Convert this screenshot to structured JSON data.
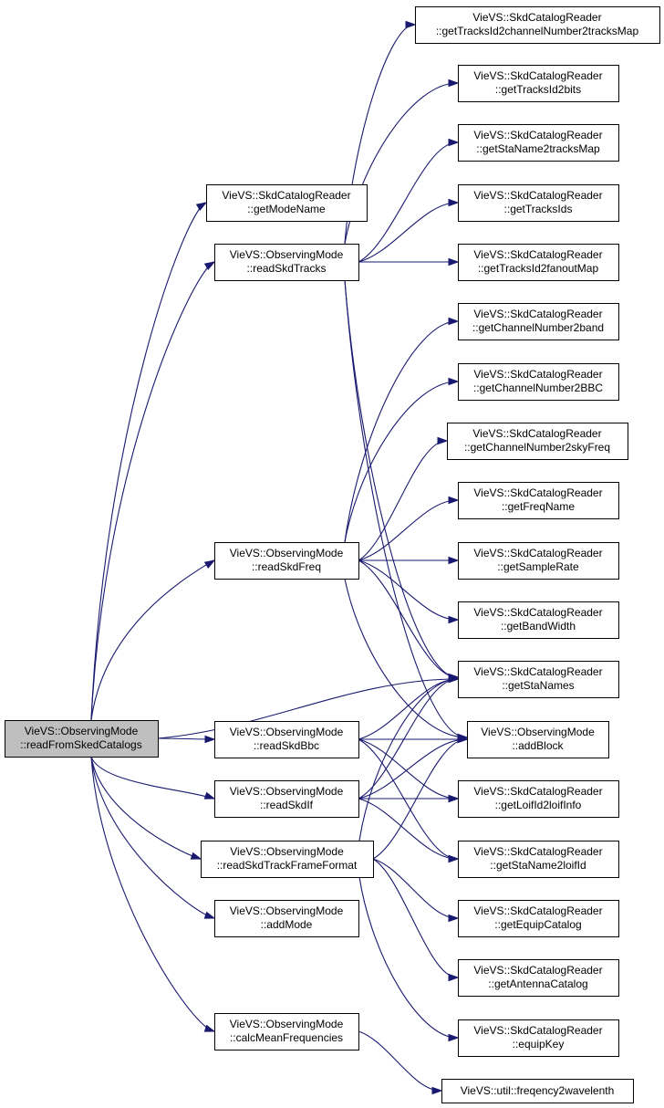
{
  "diagram": {
    "nodes": [
      {
        "id": "root",
        "line1": "VieVS::ObservingMode",
        "line2": "::readFromSkedCatalogs",
        "root": true
      },
      {
        "id": "gmn",
        "line1": "VieVS::SkdCatalogReader",
        "line2": "::getModeName"
      },
      {
        "id": "rtr",
        "line1": "VieVS::ObservingMode",
        "line2": "::readSkdTracks"
      },
      {
        "id": "rfq",
        "line1": "VieVS::ObservingMode",
        "line2": "::readSkdFreq"
      },
      {
        "id": "rbb",
        "line1": "VieVS::ObservingMode",
        "line2": "::readSkdBbc"
      },
      {
        "id": "rif",
        "line1": "VieVS::ObservingMode",
        "line2": "::readSkdIf"
      },
      {
        "id": "rtff",
        "line1": "VieVS::ObservingMode",
        "line2": "::readSkdTrackFrameFormat"
      },
      {
        "id": "am",
        "line1": "VieVS::ObservingMode",
        "line2": "::addMode"
      },
      {
        "id": "cmf",
        "line1": "VieVS::ObservingMode",
        "line2": "::calcMeanFrequencies"
      },
      {
        "id": "t2c",
        "line1": "VieVS::SkdCatalogReader",
        "line2": "::getTracksId2channelNumber2tracksMap"
      },
      {
        "id": "t2b",
        "line1": "VieVS::SkdCatalogReader",
        "line2": "::getTracksId2bits"
      },
      {
        "id": "s2t",
        "line1": "VieVS::SkdCatalogReader",
        "line2": "::getStaName2tracksMap"
      },
      {
        "id": "tids",
        "line1": "VieVS::SkdCatalogReader",
        "line2": "::getTracksIds"
      },
      {
        "id": "t2f",
        "line1": "VieVS::SkdCatalogReader",
        "line2": "::getTracksId2fanoutMap"
      },
      {
        "id": "c2band",
        "line1": "VieVS::SkdCatalogReader",
        "line2": "::getChannelNumber2band"
      },
      {
        "id": "c2bbc",
        "line1": "VieVS::SkdCatalogReader",
        "line2": "::getChannelNumber2BBC"
      },
      {
        "id": "c2sky",
        "line1": "VieVS::SkdCatalogReader",
        "line2": "::getChannelNumber2skyFreq"
      },
      {
        "id": "fqn",
        "line1": "VieVS::SkdCatalogReader",
        "line2": "::getFreqName"
      },
      {
        "id": "srate",
        "line1": "VieVS::SkdCatalogReader",
        "line2": "::getSampleRate"
      },
      {
        "id": "bw",
        "line1": "VieVS::SkdCatalogReader",
        "line2": "::getBandWidth"
      },
      {
        "id": "sn",
        "line1": "VieVS::SkdCatalogReader",
        "line2": "::getStaNames"
      },
      {
        "id": "ab",
        "line1": "VieVS::ObservingMode",
        "line2": "::addBlock"
      },
      {
        "id": "l2l",
        "line1": "VieVS::SkdCatalogReader",
        "line2": "::getLoifId2loifInfo"
      },
      {
        "id": "s2l",
        "line1": "VieVS::SkdCatalogReader",
        "line2": "::getStaName2loifId"
      },
      {
        "id": "eqc",
        "line1": "VieVS::SkdCatalogReader",
        "line2": "::getEquipCatalog"
      },
      {
        "id": "anc",
        "line1": "VieVS::SkdCatalogReader",
        "line2": "::getAntennaCatalog"
      },
      {
        "id": "eqk",
        "line1": "VieVS::SkdCatalogReader",
        "line2": "::equipKey"
      },
      {
        "id": "f2w",
        "line1": "VieVS::util::freqency2wavelenth",
        "line2": ""
      }
    ],
    "edges": [
      [
        "root",
        "gmn"
      ],
      [
        "root",
        "rtr"
      ],
      [
        "root",
        "rfq"
      ],
      [
        "root",
        "sn"
      ],
      [
        "root",
        "rbb"
      ],
      [
        "root",
        "rif"
      ],
      [
        "root",
        "rtff"
      ],
      [
        "root",
        "am"
      ],
      [
        "root",
        "cmf"
      ],
      [
        "rtr",
        "t2c"
      ],
      [
        "rtr",
        "t2b"
      ],
      [
        "rtr",
        "s2t"
      ],
      [
        "rtr",
        "tids"
      ],
      [
        "rtr",
        "t2f"
      ],
      [
        "rtr",
        "sn"
      ],
      [
        "rtr",
        "ab"
      ],
      [
        "rfq",
        "c2band"
      ],
      [
        "rfq",
        "c2bbc"
      ],
      [
        "rfq",
        "c2sky"
      ],
      [
        "rfq",
        "fqn"
      ],
      [
        "rfq",
        "srate"
      ],
      [
        "rfq",
        "bw"
      ],
      [
        "rfq",
        "sn"
      ],
      [
        "rfq",
        "ab"
      ],
      [
        "rbb",
        "sn"
      ],
      [
        "rbb",
        "ab"
      ],
      [
        "rbb",
        "l2l"
      ],
      [
        "rbb",
        "s2l"
      ],
      [
        "rif",
        "sn"
      ],
      [
        "rif",
        "ab"
      ],
      [
        "rif",
        "l2l"
      ],
      [
        "rif",
        "s2l"
      ],
      [
        "rtff",
        "sn"
      ],
      [
        "rtff",
        "ab"
      ],
      [
        "rtff",
        "eqc"
      ],
      [
        "rtff",
        "anc"
      ],
      [
        "rtff",
        "eqk"
      ],
      [
        "cmf",
        "f2w"
      ]
    ]
  }
}
